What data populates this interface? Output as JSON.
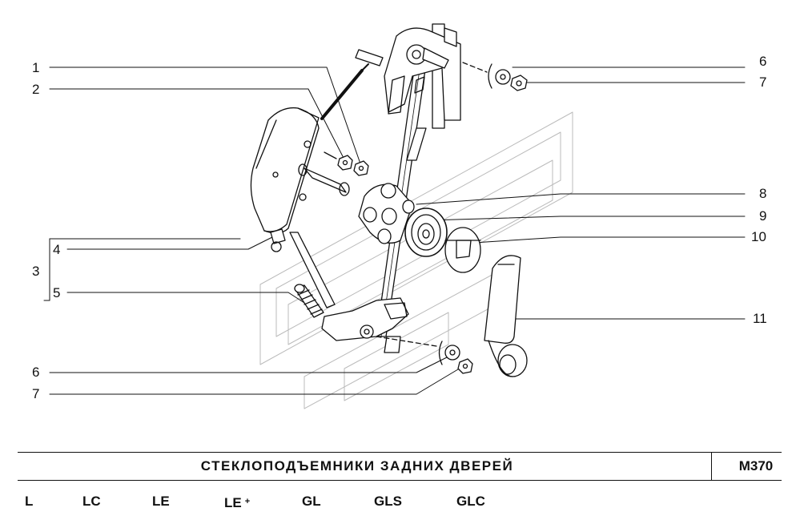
{
  "diagram": {
    "callouts": [
      "1",
      "2",
      "3",
      "4",
      "5",
      "6",
      "7",
      "8",
      "9",
      "10",
      "11",
      "6",
      "7"
    ]
  },
  "title_block": {
    "title": "СТЕКЛОПОДЪЕМНИКИ ЗАДНИХ ДВЕРЕЙ",
    "code": "M370"
  },
  "variants": [
    "L",
    "LC",
    "LE",
    "LE",
    "GL",
    "GLS",
    "GLC"
  ],
  "variant_suffix": "+"
}
